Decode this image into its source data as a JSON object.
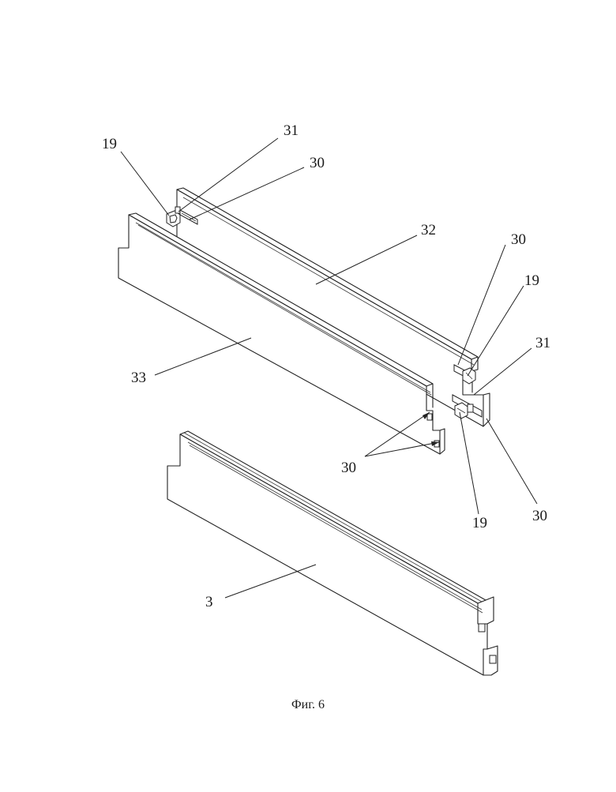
{
  "figure": {
    "caption": "Фиг. 6"
  },
  "labels": {
    "l19_top": "19",
    "l31_top": "31",
    "l30_top": "30",
    "l32": "32",
    "l30_right_top": "30",
    "l19_right_top": "19",
    "l31_right": "31",
    "l33": "33",
    "l30_center": "30",
    "l19_bottom": "19",
    "l30_bottom": "30",
    "l3": "3"
  }
}
